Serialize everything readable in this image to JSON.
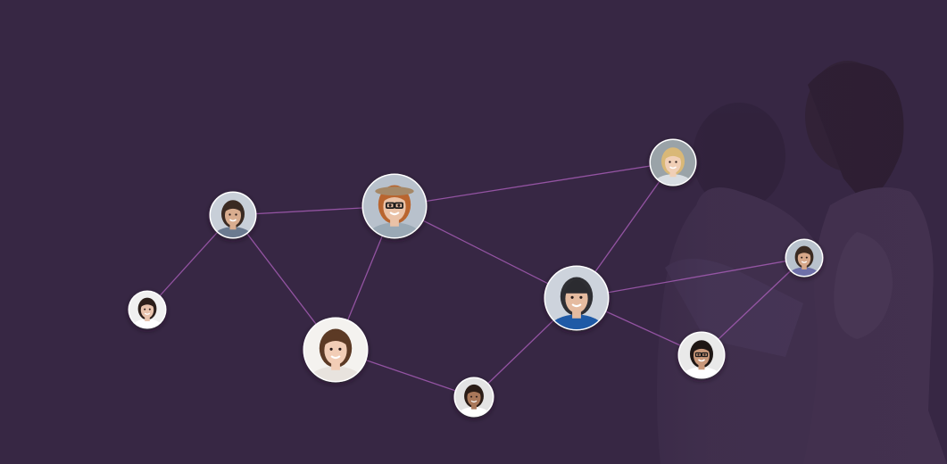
{
  "theme": {
    "background": "#372744",
    "edge_color": "#a35cb3",
    "node_border": "#ffffff",
    "photo_overlay": "#4a3657"
  },
  "background_image": {
    "icon": "couple-embrace-photo"
  },
  "network": {
    "nodes": [
      {
        "id": "man-beard",
        "icon": "man-beard-avatar",
        "skin": "#d9ad8f",
        "hair": "#3a2a22",
        "bg": "#c8cfd8",
        "shirt": "#6b7a8f"
      },
      {
        "id": "woman-hat-glasses",
        "icon": "woman-hat-glasses-avatar",
        "skin": "#eac2a7",
        "hair": "#b9652f",
        "bg": "#b8c1cc",
        "shirt": "#9aa9b5"
      },
      {
        "id": "woman-blonde",
        "icon": "woman-blonde-avatar",
        "skin": "#f0cfb6",
        "hair": "#d9b877",
        "bg": "#9aa3a8",
        "shirt": "#d8dde2"
      },
      {
        "id": "woman-dark-hair-left",
        "icon": "woman-dark-hair-avatar",
        "skin": "#e8c3ad",
        "hair": "#2b1e1a",
        "bg": "#f0f0f0",
        "shirt": "#ffffff"
      },
      {
        "id": "woman-smile-center",
        "icon": "woman-smile-avatar",
        "skin": "#f2cdb6",
        "hair": "#5c3a25",
        "bg": "#f4f2ef",
        "shirt": "#e8e3de"
      },
      {
        "id": "man-beanie",
        "icon": "man-beanie-avatar",
        "skin": "#e5bba0",
        "hair": "#2e2e33",
        "bg": "#cdd3dc",
        "shirt": "#1f5aa6"
      },
      {
        "id": "man-short-hair",
        "icon": "man-short-hair-avatar",
        "skin": "#a9785a",
        "hair": "#2a1c16",
        "bg": "#e3e3e3",
        "shirt": "#ffffff"
      },
      {
        "id": "man-right",
        "icon": "man-casual-avatar",
        "skin": "#d6a78a",
        "hair": "#3a2a22",
        "bg": "#b9c2cd",
        "shirt": "#6e6fa8"
      },
      {
        "id": "woman-glasses-right",
        "icon": "woman-glasses-avatar",
        "skin": "#c9987a",
        "hair": "#1e1614",
        "bg": "#e9e9e9",
        "shirt": "#ffffff"
      }
    ],
    "edges": [
      [
        "man-beard",
        "woman-hat-glasses"
      ],
      [
        "man-beard",
        "woman-dark-hair-left"
      ],
      [
        "man-beard",
        "woman-smile-center"
      ],
      [
        "woman-hat-glasses",
        "woman-blonde"
      ],
      [
        "woman-hat-glasses",
        "woman-smile-center"
      ],
      [
        "woman-hat-glasses",
        "man-beanie"
      ],
      [
        "woman-blonde",
        "man-beanie"
      ],
      [
        "woman-smile-center",
        "man-short-hair"
      ],
      [
        "man-short-hair",
        "man-beanie"
      ],
      [
        "man-beanie",
        "man-right"
      ],
      [
        "man-beanie",
        "woman-glasses-right"
      ],
      [
        "man-right",
        "woman-glasses-right"
      ]
    ]
  }
}
